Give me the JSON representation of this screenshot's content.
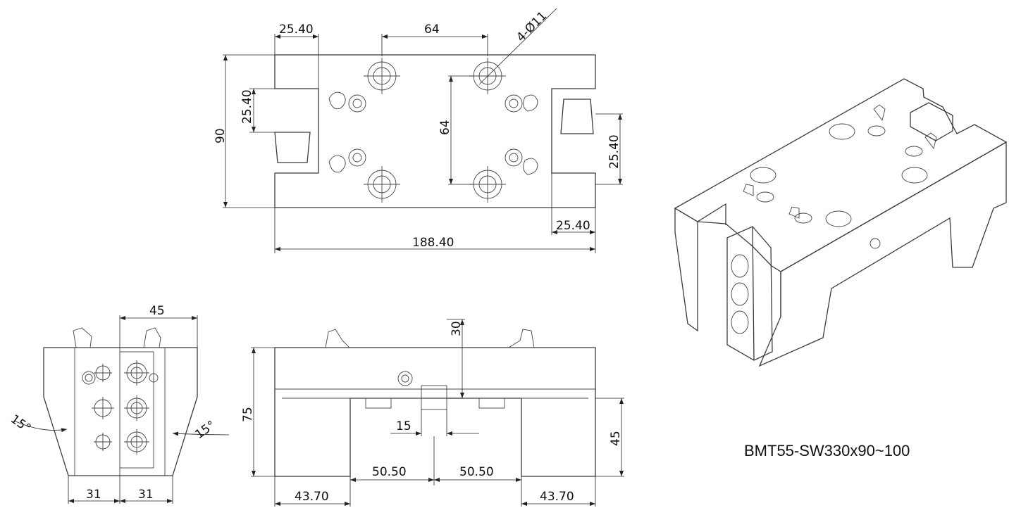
{
  "title": "BMT55-SW330x90~100",
  "dimensions": {
    "top_left_width": "25.40",
    "top_hole_spacing_x": "64",
    "hole_callout": "4-Ø11",
    "top_left_slot_height": "25.40",
    "top_overall_height": "90",
    "top_hole_spacing_y": "64",
    "top_right_slot_height": "25.40",
    "top_right_width": "25.40",
    "top_overall_length": "188.40",
    "end_width": "45",
    "end_angle_left": "15°",
    "end_angle_right": "15°",
    "end_half_left": "31",
    "end_half_right": "31",
    "side_cut_height": "30",
    "side_overall_height": "75",
    "side_key_width": "15",
    "side_right_height": "45",
    "side_half_left": "50.50",
    "side_half_right": "50.50",
    "side_left_foot": "43.70",
    "side_right_foot": "43.70"
  }
}
